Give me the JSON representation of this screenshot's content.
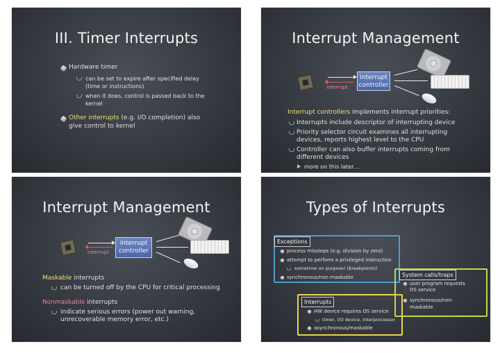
{
  "slide1": {
    "title": "III. Timer Interrupts",
    "b1": "Hardware timer",
    "s1": "can be set to expire after specified delay",
    "s1b": "(time or instructions)",
    "s2": "when it does, control is passed back to the",
    "s2b": "kernel",
    "b2_hl": "Other interrupts",
    "b2_rest": " (e.g. I/O completion) also",
    "b2b": "give control to kernel"
  },
  "slide2": {
    "title": "Interrupt Management",
    "ctrl_l1": "interrupt",
    "ctrl_l2": "controller",
    "irq": "interrupt",
    "intro_hl": "Interrupt controllers",
    "intro_rest": " implements interrupt priorities:",
    "i1": "Interrupts include descriptor of interrupting device",
    "i2": "Priority selector circuit examines all interrupting",
    "i2b": "devices, reports highest level to the CPU",
    "i3": "Controller can also buffer interrupts coming from",
    "i3b": "different devices",
    "i4": "more on this later…"
  },
  "slide3": {
    "title": "Interrupt Management",
    "ctrl_l1": "interrupt",
    "ctrl_l2": "controller",
    "irq": "interrupt",
    "m_hl": "Maskable",
    "m_rest": " interrupts",
    "m1": "can be turned off by the CPU for critical processing",
    "n_hl": "Nonmaskable",
    "n_rest": " interrupts",
    "n1": "indicate serious errors (power out warning,",
    "n1b": "unrecoverable memory error, etc.)"
  },
  "slide4": {
    "title": "Types of Interrupts",
    "exceptions": "Exceptions",
    "e1": "process missteps (e.g. division by zero)",
    "e2": "attempt to perform a privileged instruction",
    "e2s": "sometime on purpose! (breakpoints)",
    "e3": "synchronous/non-maskable",
    "interrupts": "Interrupts",
    "in1": "HW device requires OS service",
    "in1s": "timer, I/O device, interprocessor",
    "in2": "asynchronous/maskable",
    "syscalls": "System calls/traps",
    "sc1": "user program requests",
    "sc1b": "OS service",
    "sc2": "synchronous/non-",
    "sc2b": "maskable"
  },
  "colors": {
    "highlight": "#f4e07a",
    "nonmaskable": "#e58a9a",
    "controller": "#5a74b3",
    "exceptions_box": "#4a9fd4",
    "syscalls_box": "#b9de4b",
    "interrupts_box": "#f0d24a"
  }
}
